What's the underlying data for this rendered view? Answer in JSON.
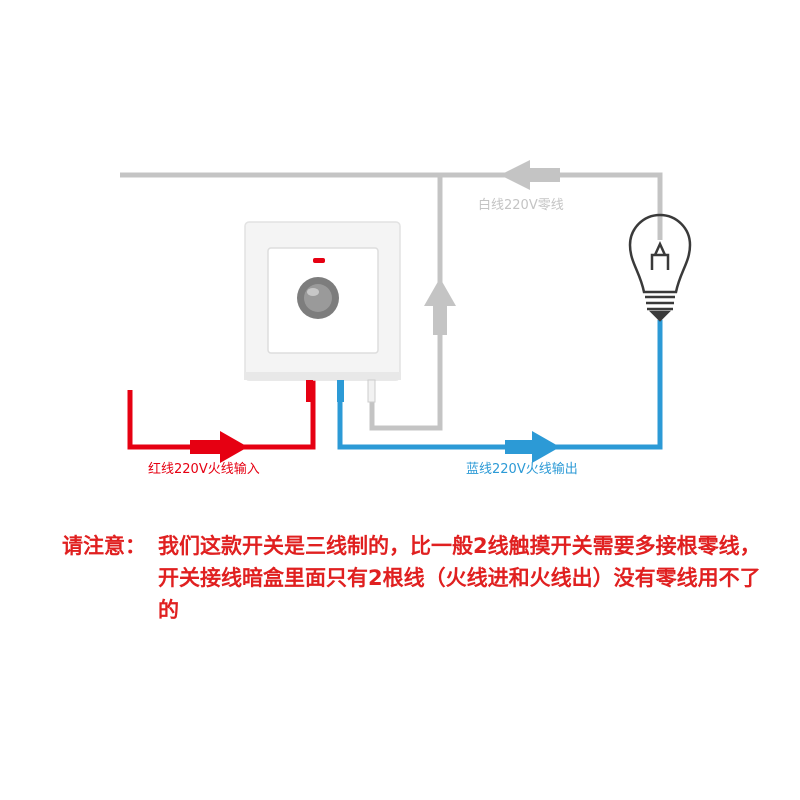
{
  "colors": {
    "neutral_wire": "#c4c4c4",
    "live_in_wire": "#e60012",
    "live_out_wire": "#2c9ad6",
    "note_text": "#e02020",
    "switch_plate": "#f4f4f4",
    "switch_button": "#7d7d7d"
  },
  "labels": {
    "neutral_wire": "白线220V零线",
    "live_in": "红线220V火线输入",
    "live_out": "蓝线220V火线输出"
  },
  "note": {
    "label": "请注意：",
    "text": "我们这款开关是三线制的，比一般2线触摸开关需要多接根零线，开关接线暗盒里面只有2根线（火线进和火线出）没有零线用不了的"
  },
  "icons": {
    "switch": "touch-switch-icon",
    "bulb": "light-bulb-icon"
  }
}
